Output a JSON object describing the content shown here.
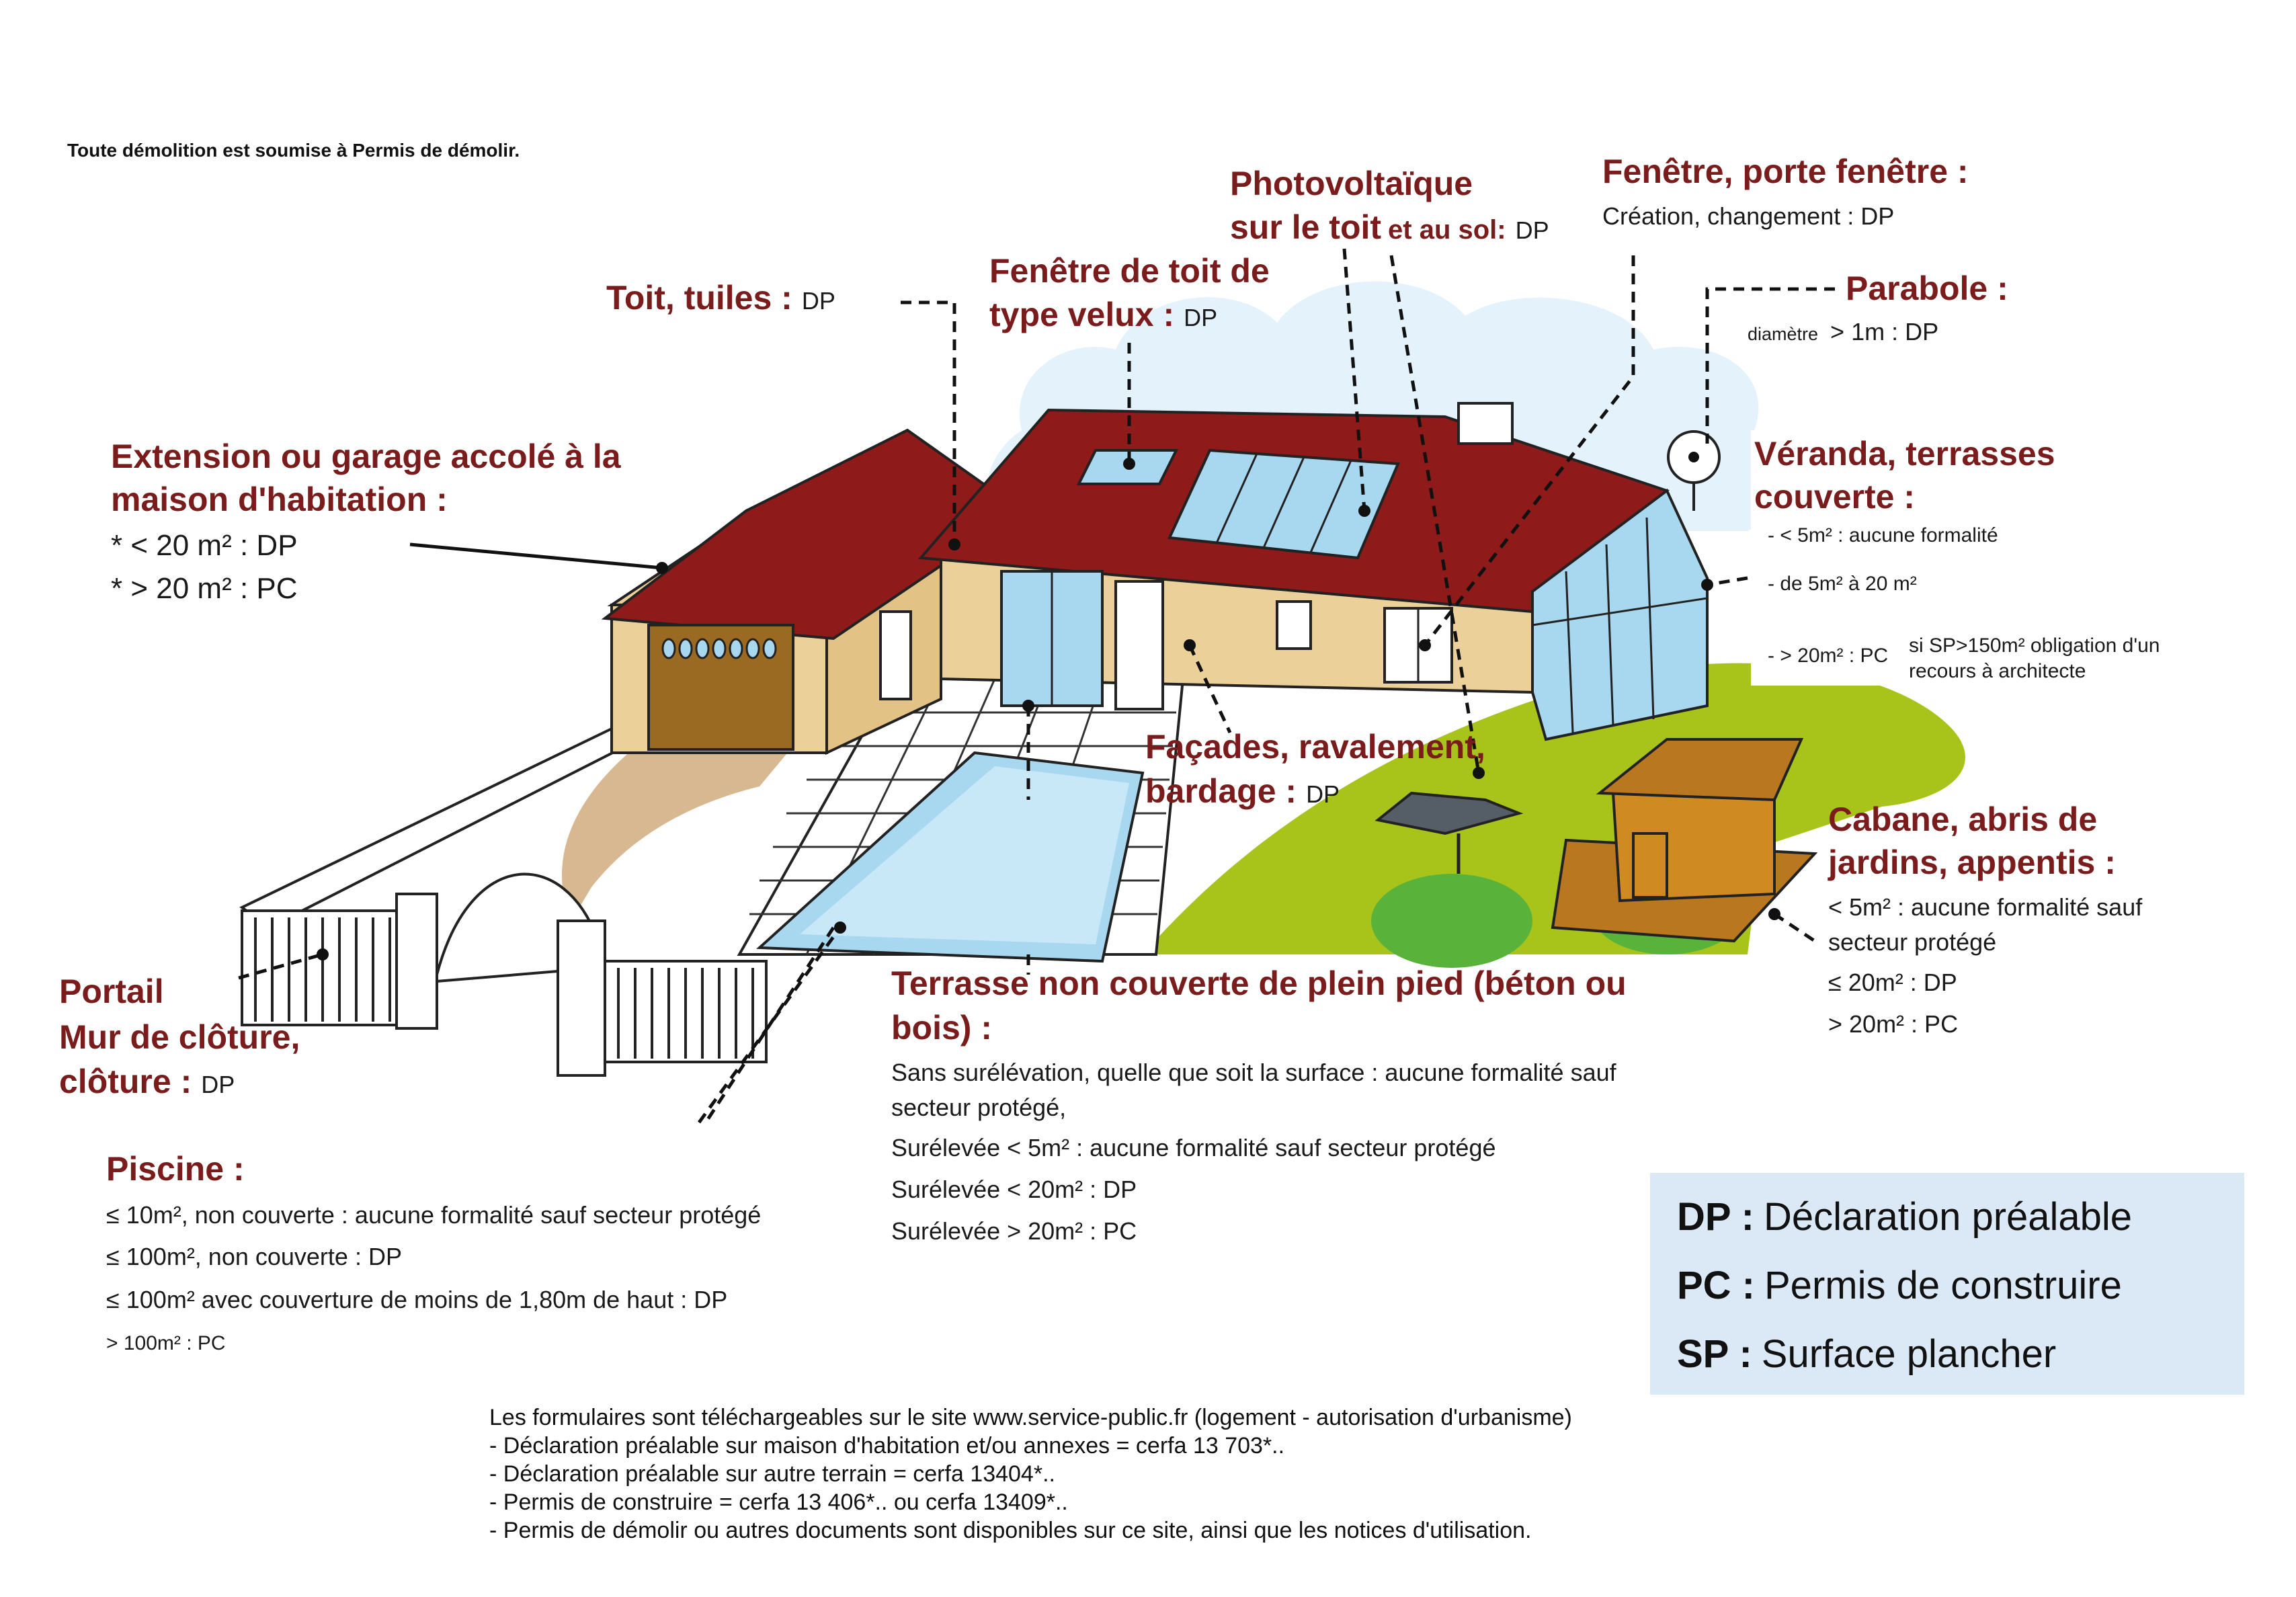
{
  "header_note": "Toute démolition est soumise à Permis de démolir.",
  "labels": {
    "toit": {
      "title": "Toit, tuiles :",
      "value": "DP"
    },
    "velux": {
      "title_line1": "Fenêtre de toit de",
      "title_line2": "type velux :",
      "value": "DP"
    },
    "photovoltaique": {
      "title_line1": "Photovoltaïque",
      "title_line2": "sur le toit",
      "title_line2b": "et au sol:",
      "value": "DP"
    },
    "fenetre": {
      "title": "Fenêtre, porte fenêtre :",
      "value": "Création, changement : DP"
    },
    "parabole": {
      "title": "Parabole :",
      "prefix": "diamètre",
      "value": "> 1m : DP"
    },
    "extension": {
      "title_line1": "Extension ou garage accolé à la",
      "title_line2": "maison d'habitation :",
      "rows": [
        "* < 20 m² : DP",
        "* > 20 m² : PC"
      ]
    },
    "veranda": {
      "title_line1": "Véranda, terrasses",
      "title_line2": "couverte :",
      "rows": [
        "- < 5m² : aucune formalité",
        "- de 5m² à 20 m²",
        "- > 20m² : PC"
      ],
      "note_line1": "si SP>150m² obligation d'un",
      "note_line2": "recours à architecte"
    },
    "facades": {
      "title_line1": "Façades, ravalement,",
      "title_line2": "bardage :",
      "value": "DP"
    },
    "cabane": {
      "title_line1": "Cabane, abris de",
      "title_line2": "jardins, appentis :",
      "rows": [
        "< 5m² : aucune formalité sauf",
        "secteur protégé",
        "≤ 20m² : DP",
        "> 20m² : PC"
      ]
    },
    "portail": {
      "title_line1": "Portail",
      "title_line2": "Mur de clôture,",
      "title_line3": "clôture :",
      "value": "DP"
    },
    "terrasse": {
      "title_line1": "Terrasse non couverte de plein pied (béton ou",
      "title_line2": "bois) :",
      "rows": [
        "Sans surélévation, quelle que soit la surface : aucune formalité sauf",
        "secteur protégé,",
        "Surélevée < 5m² : aucune formalité sauf secteur protégé",
        "Surélevée < 20m² : DP",
        "Surélevée > 20m² : PC"
      ]
    },
    "piscine": {
      "title": "Piscine :",
      "rows": [
        "≤ 10m², non couverte : aucune formalité sauf secteur protégé",
        "≤ 100m², non couverte : DP",
        "≤ 100m² avec couverture de moins de 1,80m de haut : DP",
        "> 100m² : PC"
      ]
    }
  },
  "legend": [
    {
      "abbr": "DP :",
      "text": "Déclaration préalable"
    },
    {
      "abbr": "PC :",
      "text": "Permis de construire"
    },
    {
      "abbr": "SP :",
      "text": "Surface plancher"
    }
  ],
  "footer": [
    "Les formulaires sont téléchargeables sur le site www.service-public.fr  (logement - autorisation d'urbanisme)",
    "- Déclaration préalable sur maison d'habitation et/ou annexes = cerfa 13 703*..",
    "- Déclaration préalable sur autre terrain = cerfa 13404*..",
    "- Permis de construire = cerfa 13 406*.. ou cerfa 13409*..",
    "- Permis de démolir ou autres documents sont disponibles sur ce site, ainsi que les notices d'utilisation."
  ],
  "colors": {
    "roof": "#8e1a1a",
    "wall": "#ecd09a",
    "glass": "#a8d8f0",
    "lawn": "#a8c41a",
    "label": "#7a1c1c",
    "legend_bg": "#dbe9f6",
    "wood": "#b9781f"
  }
}
